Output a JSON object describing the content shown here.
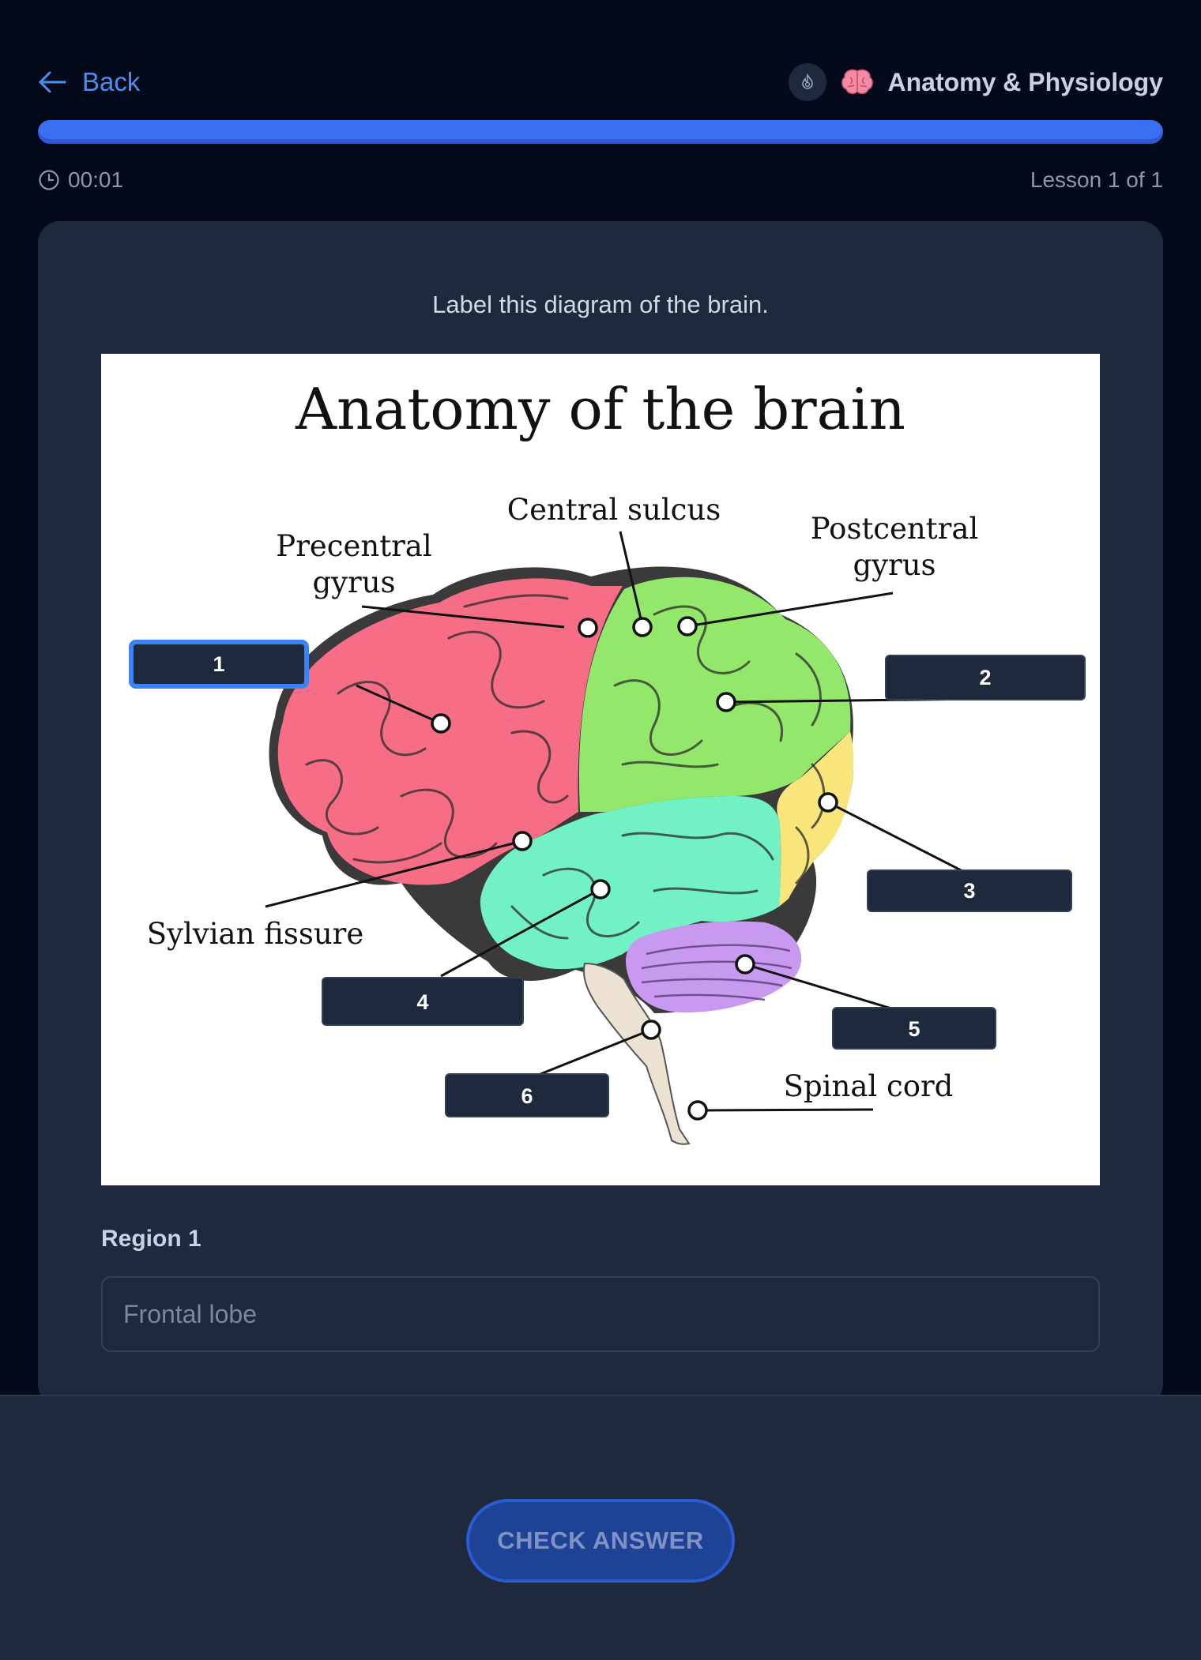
{
  "header": {
    "back_label": "Back",
    "course_title": "Anatomy & Physiology",
    "streak_icon": "flame-icon",
    "course_icon": "brain-icon"
  },
  "progress": {
    "fraction": 1.0
  },
  "status": {
    "timer": "00:01",
    "lesson": "Lesson 1 of 1"
  },
  "question": {
    "prompt": "Label this diagram of the brain."
  },
  "diagram": {
    "title": "Anatomy of the brain",
    "labels": {
      "central_sulcus": "Central sulcus",
      "precentral_1": "Precentral",
      "precentral_2": "gyrus",
      "postcentral_1": "Postcentral",
      "postcentral_2": "gyrus",
      "sylvian_fissure": "Sylvian fissure",
      "spinal_cord": "Spinal cord"
    },
    "blanks": [
      "1",
      "2",
      "3",
      "4",
      "5",
      "6"
    ],
    "active_blank": "1",
    "colors": {
      "frontal": "#f66e86",
      "parietal": "#93e86b",
      "occipital": "#f8e67c",
      "temporal": "#72f2c4",
      "cerebellum": "#c79af0",
      "brainstem": "#ece2d2"
    }
  },
  "answer": {
    "region_label": "Region 1",
    "placeholder": "Frontal lobe"
  },
  "footer": {
    "check_label": "CHECK ANSWER"
  }
}
